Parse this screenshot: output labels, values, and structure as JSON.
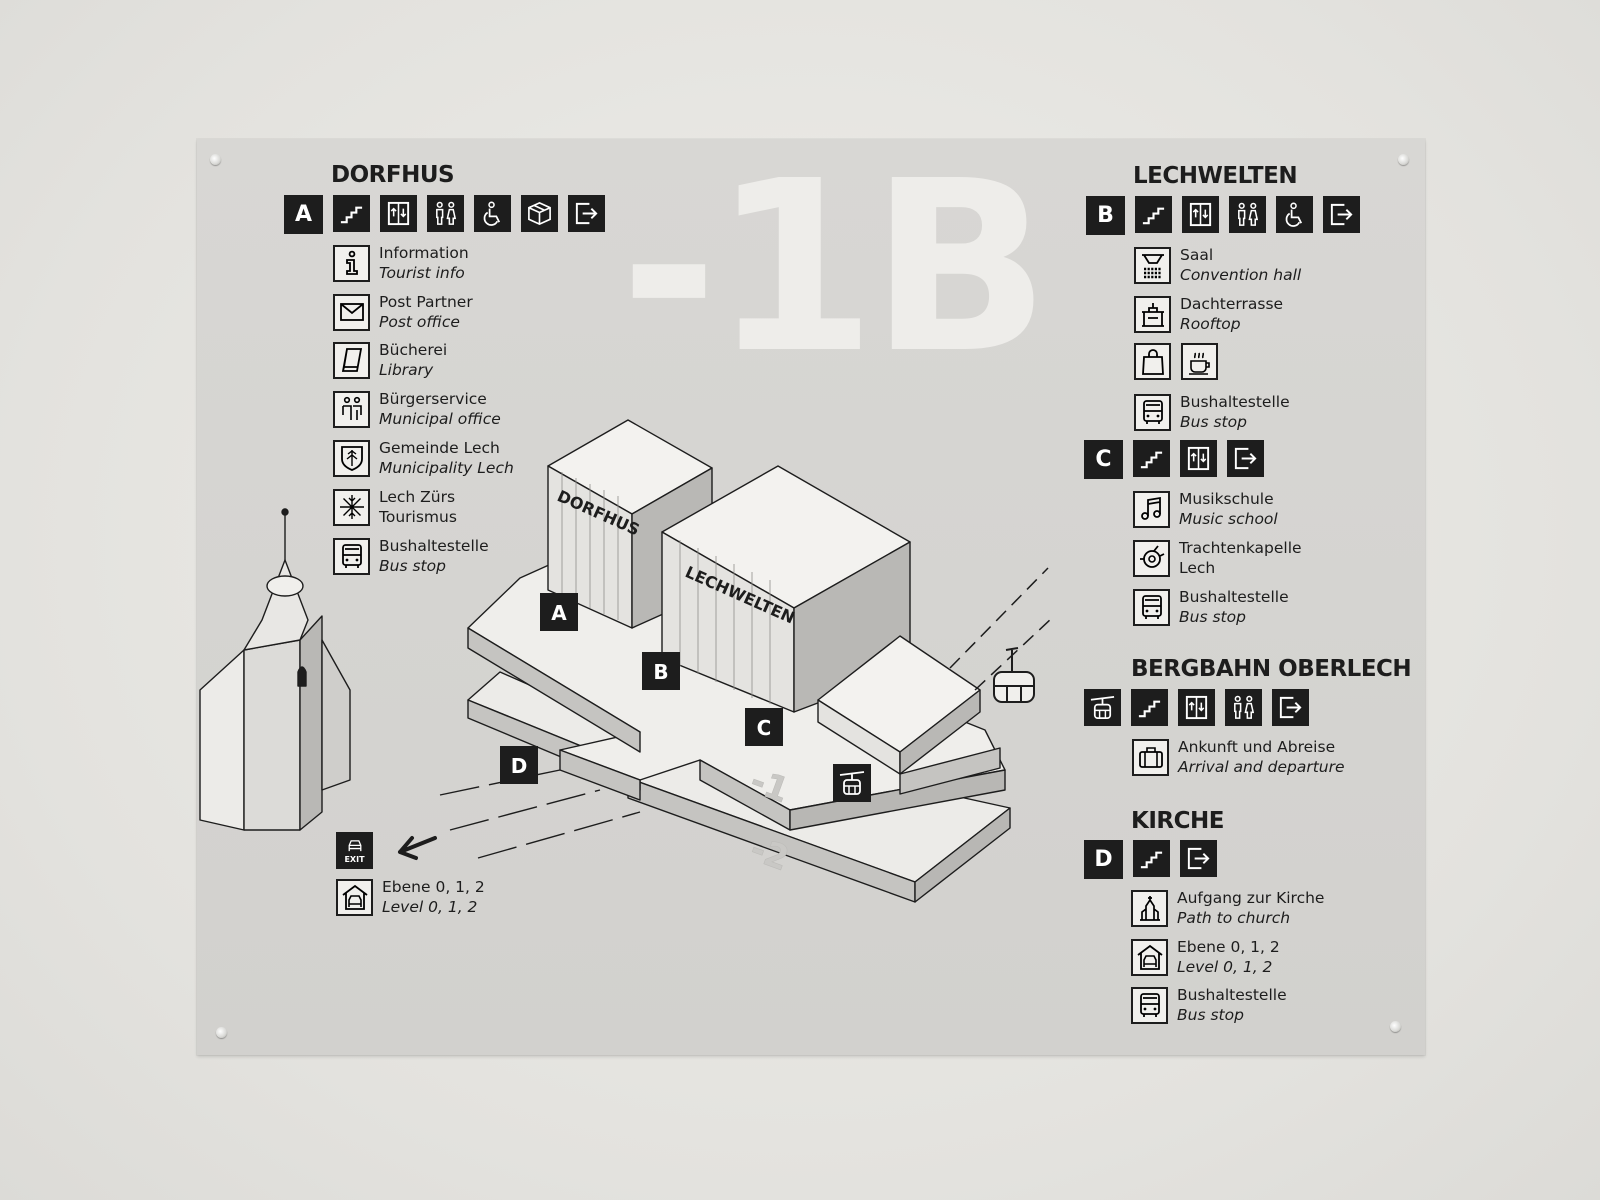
{
  "level": "-1B",
  "dorfhus": {
    "title": "DORFHUS",
    "letter": "A",
    "icons": [
      "stairs-icon",
      "elevator-icon",
      "toilets-icon",
      "accessible-toilet-icon",
      "lockers-icon",
      "exit-icon"
    ],
    "entries": [
      {
        "de": "Information",
        "en": "Tourist info",
        "icon": "info-icon"
      },
      {
        "de": "Post Partner",
        "en": "Post office",
        "icon": "mail-icon"
      },
      {
        "de": "Bücherei",
        "en": "Library",
        "icon": "book-icon"
      },
      {
        "de": "Bürgerservice",
        "en": "Municipal office",
        "icon": "citizen-service-icon"
      },
      {
        "de": "Gemeinde Lech",
        "en": "Municipality Lech",
        "icon": "coat-of-arms-icon"
      },
      {
        "de": "Lech Zürs",
        "en": "Tourismus",
        "icon": "snowflake-icon"
      },
      {
        "de": "Bushaltestelle",
        "en": "Bus stop",
        "icon": "bus-icon"
      }
    ]
  },
  "lechwelten": {
    "title": "LECHWELTEN",
    "letter": "B",
    "icons": [
      "stairs-icon",
      "elevator-icon",
      "toilets-icon",
      "accessible-toilet-icon",
      "exit-icon"
    ],
    "entries": [
      {
        "de": "Saal",
        "en": "Convention hall",
        "icon": "hall-icon"
      },
      {
        "de": "Dachterrasse",
        "en": "Rooftop",
        "icon": "rooftop-icon"
      },
      {
        "de": "Bushaltestelle",
        "en": "Bus stop",
        "icon": "bus-icon"
      }
    ],
    "extra_icons": [
      "shopping-bag-icon",
      "coffee-icon"
    ]
  },
  "section_c": {
    "letter": "C",
    "icons": [
      "stairs-icon",
      "elevator-icon",
      "exit-icon"
    ],
    "entries": [
      {
        "de": "Musikschule",
        "en": "Music school",
        "icon": "music-note-icon"
      },
      {
        "de": "Trachtenkapelle",
        "en": "Lech",
        "icon": "brass-band-icon"
      },
      {
        "de": "Bushaltestelle",
        "en": "Bus stop",
        "icon": "bus-icon"
      }
    ]
  },
  "bergbahn": {
    "title": "BERGBAHN OBERLECH",
    "icons": [
      "cable-car-icon",
      "stairs-icon",
      "elevator-icon",
      "toilets-icon",
      "exit-icon"
    ],
    "entries": [
      {
        "de": "Ankunft und Abreise",
        "en": "Arrival and departure",
        "icon": "luggage-icon"
      }
    ]
  },
  "kirche": {
    "title": "KIRCHE",
    "letter": "D",
    "icons": [
      "stairs-icon",
      "exit-icon"
    ],
    "entries": [
      {
        "de": "Aufgang zur Kirche",
        "en": "Path to church",
        "icon": "church-icon"
      },
      {
        "de": "Ebene 0, 1, 2",
        "en": "Level 0, 1, 2",
        "icon": "garage-icon"
      },
      {
        "de": "Bushaltestelle",
        "en": "Bus stop",
        "icon": "bus-icon"
      }
    ]
  },
  "parking": {
    "exit_label": "EXIT",
    "de": "Ebene 0, 1, 2",
    "en": "Level 0, 1, 2"
  },
  "map": {
    "building_labels": [
      "DORFHUS",
      "LECHWELTEN"
    ],
    "markers": [
      "A",
      "B",
      "C",
      "D"
    ],
    "floor_labels": [
      "-1",
      "-2"
    ]
  },
  "colors": {
    "ink": "#1d1d1d",
    "plate": "#d5d4d1",
    "level_text": "#eeedea"
  }
}
